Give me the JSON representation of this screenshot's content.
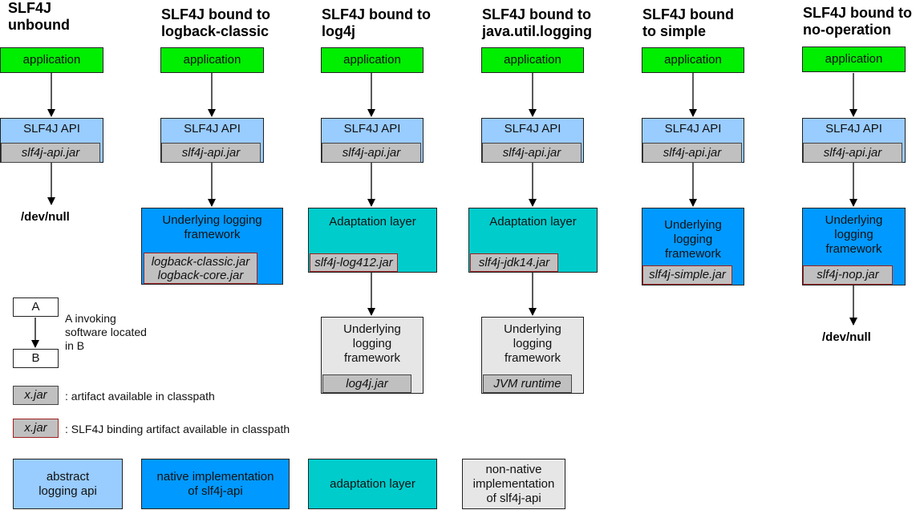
{
  "colors": {
    "application": "#00ee00",
    "abstract_api": "#99ccff",
    "native": "#0099ff",
    "adaptation": "#00cccc",
    "non_native": "#e6e6e6",
    "jar": "#c0c0c0",
    "binding_border": "#a02020"
  },
  "columns": [
    {
      "title": "SLF4J\nunbound",
      "application": "application",
      "api_label": "SLF4J API",
      "api_jar": "slf4j-api.jar",
      "end": "/dev/null"
    },
    {
      "title": "SLF4J bound to\nlogback-classic",
      "application": "application",
      "api_label": "SLF4J API",
      "api_jar": "slf4j-api.jar",
      "framework_label": "Underlying logging\nframework",
      "framework_jar": "logback-classic.jar\nlogback-core.jar"
    },
    {
      "title": "SLF4J bound to\nlog4j",
      "application": "application",
      "api_label": "SLF4J API",
      "api_jar": "slf4j-api.jar",
      "adaptation_label": "Adaptation layer",
      "adaptation_jar": "slf4j-log412.jar",
      "framework_label": "Underlying\nlogging\nframework",
      "framework_jar": "log4j.jar"
    },
    {
      "title": "SLF4J bound to\njava.util.logging",
      "application": "application",
      "api_label": "SLF4J API",
      "api_jar": "slf4j-api.jar",
      "adaptation_label": "Adaptation layer",
      "adaptation_jar": "slf4j-jdk14.jar",
      "framework_label": "Underlying\nlogging\nframework",
      "framework_jar": "JVM runtime"
    },
    {
      "title": "SLF4J bound\nto simple",
      "application": "application",
      "api_label": "SLF4J API",
      "api_jar": "slf4j-api.jar",
      "framework_label": "Underlying\nlogging\nframework",
      "framework_jar": "slf4j-simple.jar"
    },
    {
      "title": "SLF4J bound to\nno-operation",
      "application": "application",
      "api_label": "SLF4J API",
      "api_jar": "slf4j-api.jar",
      "framework_label": "Underlying\nlogging\nframework",
      "framework_jar": "slf4j-nop.jar",
      "end": "/dev/null"
    }
  ],
  "legend": {
    "a": "A",
    "b": "B",
    "invoke_text": "A invoking\nsoftware located\nin B",
    "artifact_jar": "x.jar",
    "artifact_text": ": artifact available in classpath",
    "binding_jar": "x.jar",
    "binding_text": ": SLF4J binding artifact available in classpath",
    "swatches": [
      "abstract\nlogging api",
      "native implementation\nof slf4j-api",
      "adaptation layer",
      "non-native\nimplementation\nof slf4j-api"
    ]
  }
}
